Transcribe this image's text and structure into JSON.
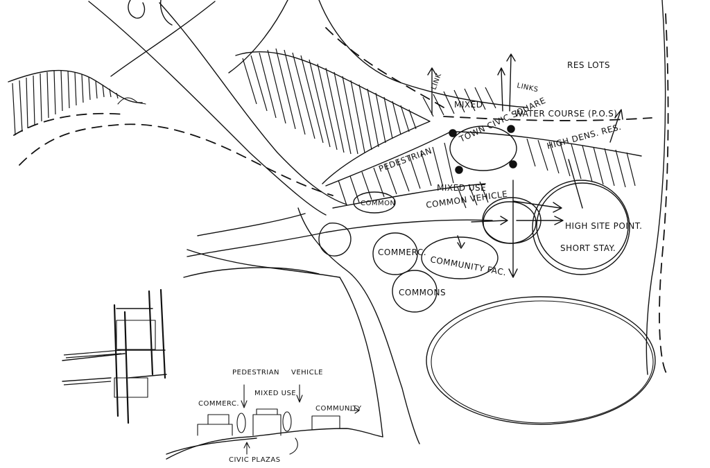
{
  "labels": {
    "res_lots": "RES LOTS",
    "link_left": "LINK",
    "links_right": "LINKS",
    "mixed_top": "MIXED",
    "water_course": "WATER COURSE (P.O.S)",
    "town_civic_square": "TOWN CIVIC SQUARE",
    "high_dens_res": "HIGH DENS. RES.",
    "pedestrian_main": "PEDESTRIAN",
    "mixed_use": "MIXED USE",
    "common_small": "COMMON",
    "common_vehicle": "COMMON VEHICLE",
    "high_site_point": "HIGH SITE POINT.",
    "short_stay": "SHORT STAY.",
    "commerc": "COMMERC.",
    "community_fac": "COMMUNITY FAC.",
    "commons": "COMMONS"
  },
  "section": {
    "pedestrian": "PEDESTRIAN",
    "mixed_use": "MIXED USE",
    "vehicle": "VEHICLE",
    "commerc": "COMMERC.",
    "community": "COMMUNITY",
    "civic_plazas": "CIVIC PLAZAS"
  }
}
